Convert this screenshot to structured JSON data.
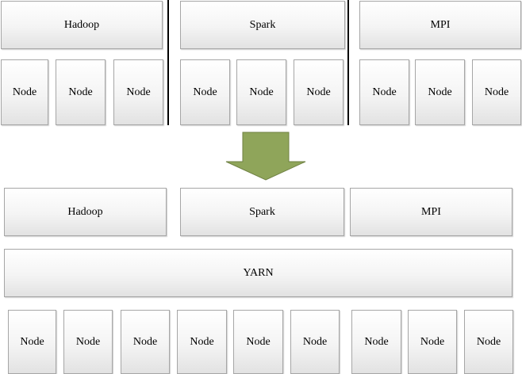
{
  "before": {
    "frameworks": [
      "Hadoop",
      "Spark",
      "MPI"
    ],
    "nodes": [
      "Node",
      "Node",
      "Node",
      "Node",
      "Node",
      "Node",
      "Node",
      "Node",
      "Node"
    ]
  },
  "after": {
    "frameworks": [
      "Hadoop",
      "Spark",
      "MPI"
    ],
    "resource_manager": "YARN",
    "nodes": [
      "Node",
      "Node",
      "Node",
      "Node",
      "Node",
      "Node",
      "Node",
      "Node",
      "Node"
    ]
  },
  "colors": {
    "arrow_fill": "#8fa55a",
    "arrow_stroke": "#6f8143",
    "box_border": "#a6a6a6",
    "divider": "#000000"
  }
}
